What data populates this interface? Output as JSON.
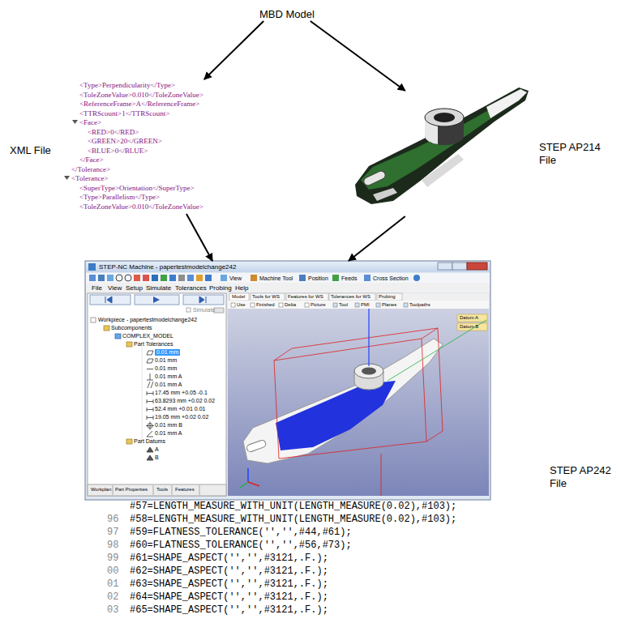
{
  "diagram": {
    "nodes": [
      {
        "text": [
          "MBD Model"
        ]
      },
      {
        "text": [
          "XML File"
        ]
      },
      {
        "text": [
          "STEP AP214 File"
        ]
      },
      {
        "text": [
          "STEP AP242 File"
        ]
      }
    ],
    "edges": [
      {
        "from": 0,
        "to": 1,
        "arrow": "to"
      },
      {
        "from": 0,
        "to": 2,
        "arrow": "to"
      },
      {
        "from": 1,
        "to": 3,
        "arrow": "to"
      },
      {
        "from": 2,
        "to": 3,
        "arrow": "to"
      }
    ],
    "labels": [
      "<Type>Perpendicularity</Type>",
      "<ToleZoneValue>0.010</ToleZoneValue>",
      "<ReferenceFrame>A</ReferenceFrame>",
      "<TTRScount>1</TTRScount>",
      "<Face>",
      "<RED>0</RED>",
      "<GREEN>20</GREEN>",
      "<BLUE>0</BLUE>",
      "</Face>",
      "</Tolerance>",
      "<Tolerance>",
      "<SuperType>Orientation</SuperType>",
      "<Type>Parallelism</Type>",
      "<ToleZoneValue>0.010</ToleZoneValue>",
      "STEP-NC Machine - papertestmodelchange242",
      "View",
      "Machine Tool",
      "Position",
      "Feeds",
      "Cross Section",
      "File",
      "View",
      "Setup",
      "Simulate",
      "Tolerances",
      "Probing",
      "Help",
      "Simulate",
      "Model",
      "Tools for WS",
      "Features for WS",
      "Tolerances for WS",
      "Probing",
      "Use",
      "Finished",
      "Delta",
      "Picture",
      "Tool",
      "PMI",
      "Planes",
      "Toolpaths",
      "Datum A",
      "Datum B",
      "Workpiece - papertestmodelchange242",
      "Subcomponents",
      "COMPLEX_MODEL",
      "Part Tolerances",
      "0.01 mm",
      "0.01 mm",
      "0.01 mm",
      "0.01 mm A",
      "0.01 mm A",
      "17.45 mm +0.05 -0.1",
      "63.8293 mm +0.02 0.02",
      "52.4 mm +0.01 0.01",
      "19.05 mm +0.02 0.02",
      "0.01 mm B",
      "0.01 mm A",
      "Part Datums",
      "A",
      "B",
      "Workplan",
      "Part Properties",
      "Tools",
      "Features",
      "#57=LENGTH_MEASURE_WITH_UNIT(LENGTH_MEASURE(0.02),#103);",
      "96",
      "#58=LENGTH_MEASURE_WITH_UNIT(LENGTH_MEASURE(0.02),#103);",
      "97",
      "#59=FLATNESS_TOLERANCE('','',#44,#61);",
      "98",
      "#60=FLATNESS_TOLERANCE('','',#56,#73);",
      "99",
      "#61=SHAPE_ASPECT('','',#3121,.F.);",
      "00",
      "#62=SHAPE_ASPECT('','',#3121,.F.);",
      "01",
      "#63=SHAPE_ASPECT('','',#3121,.F.);",
      "02",
      "#64=SHAPE_ASPECT('','',#3121,.F.);",
      "03",
      "#65=SHAPE_ASPECT('','',#3121,.F.);"
    ]
  }
}
